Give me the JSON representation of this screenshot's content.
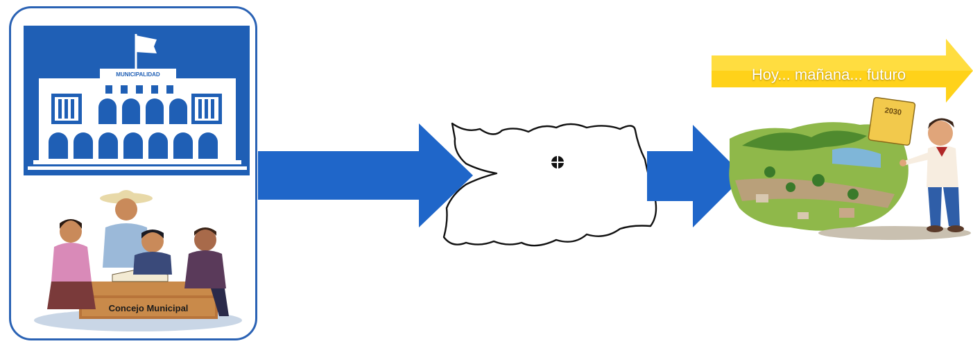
{
  "municipality": {
    "building_sign": "MUNICIPALIDAD",
    "council_label": "Concejo Municipal"
  },
  "future": {
    "banner_text": "Hoy... mañana... futuro",
    "calendar_year": "2030"
  },
  "colors": {
    "arrow_blue": "#1f66c9",
    "card_border": "#2a62b4",
    "panel_blue": "#1f5fb5",
    "banner_yellow": "#ffd21a"
  },
  "icons": [
    "municipal-building-icon",
    "council-people-illustration",
    "territory-map-icon",
    "landscape-illustration",
    "person-with-calendar-illustration"
  ]
}
